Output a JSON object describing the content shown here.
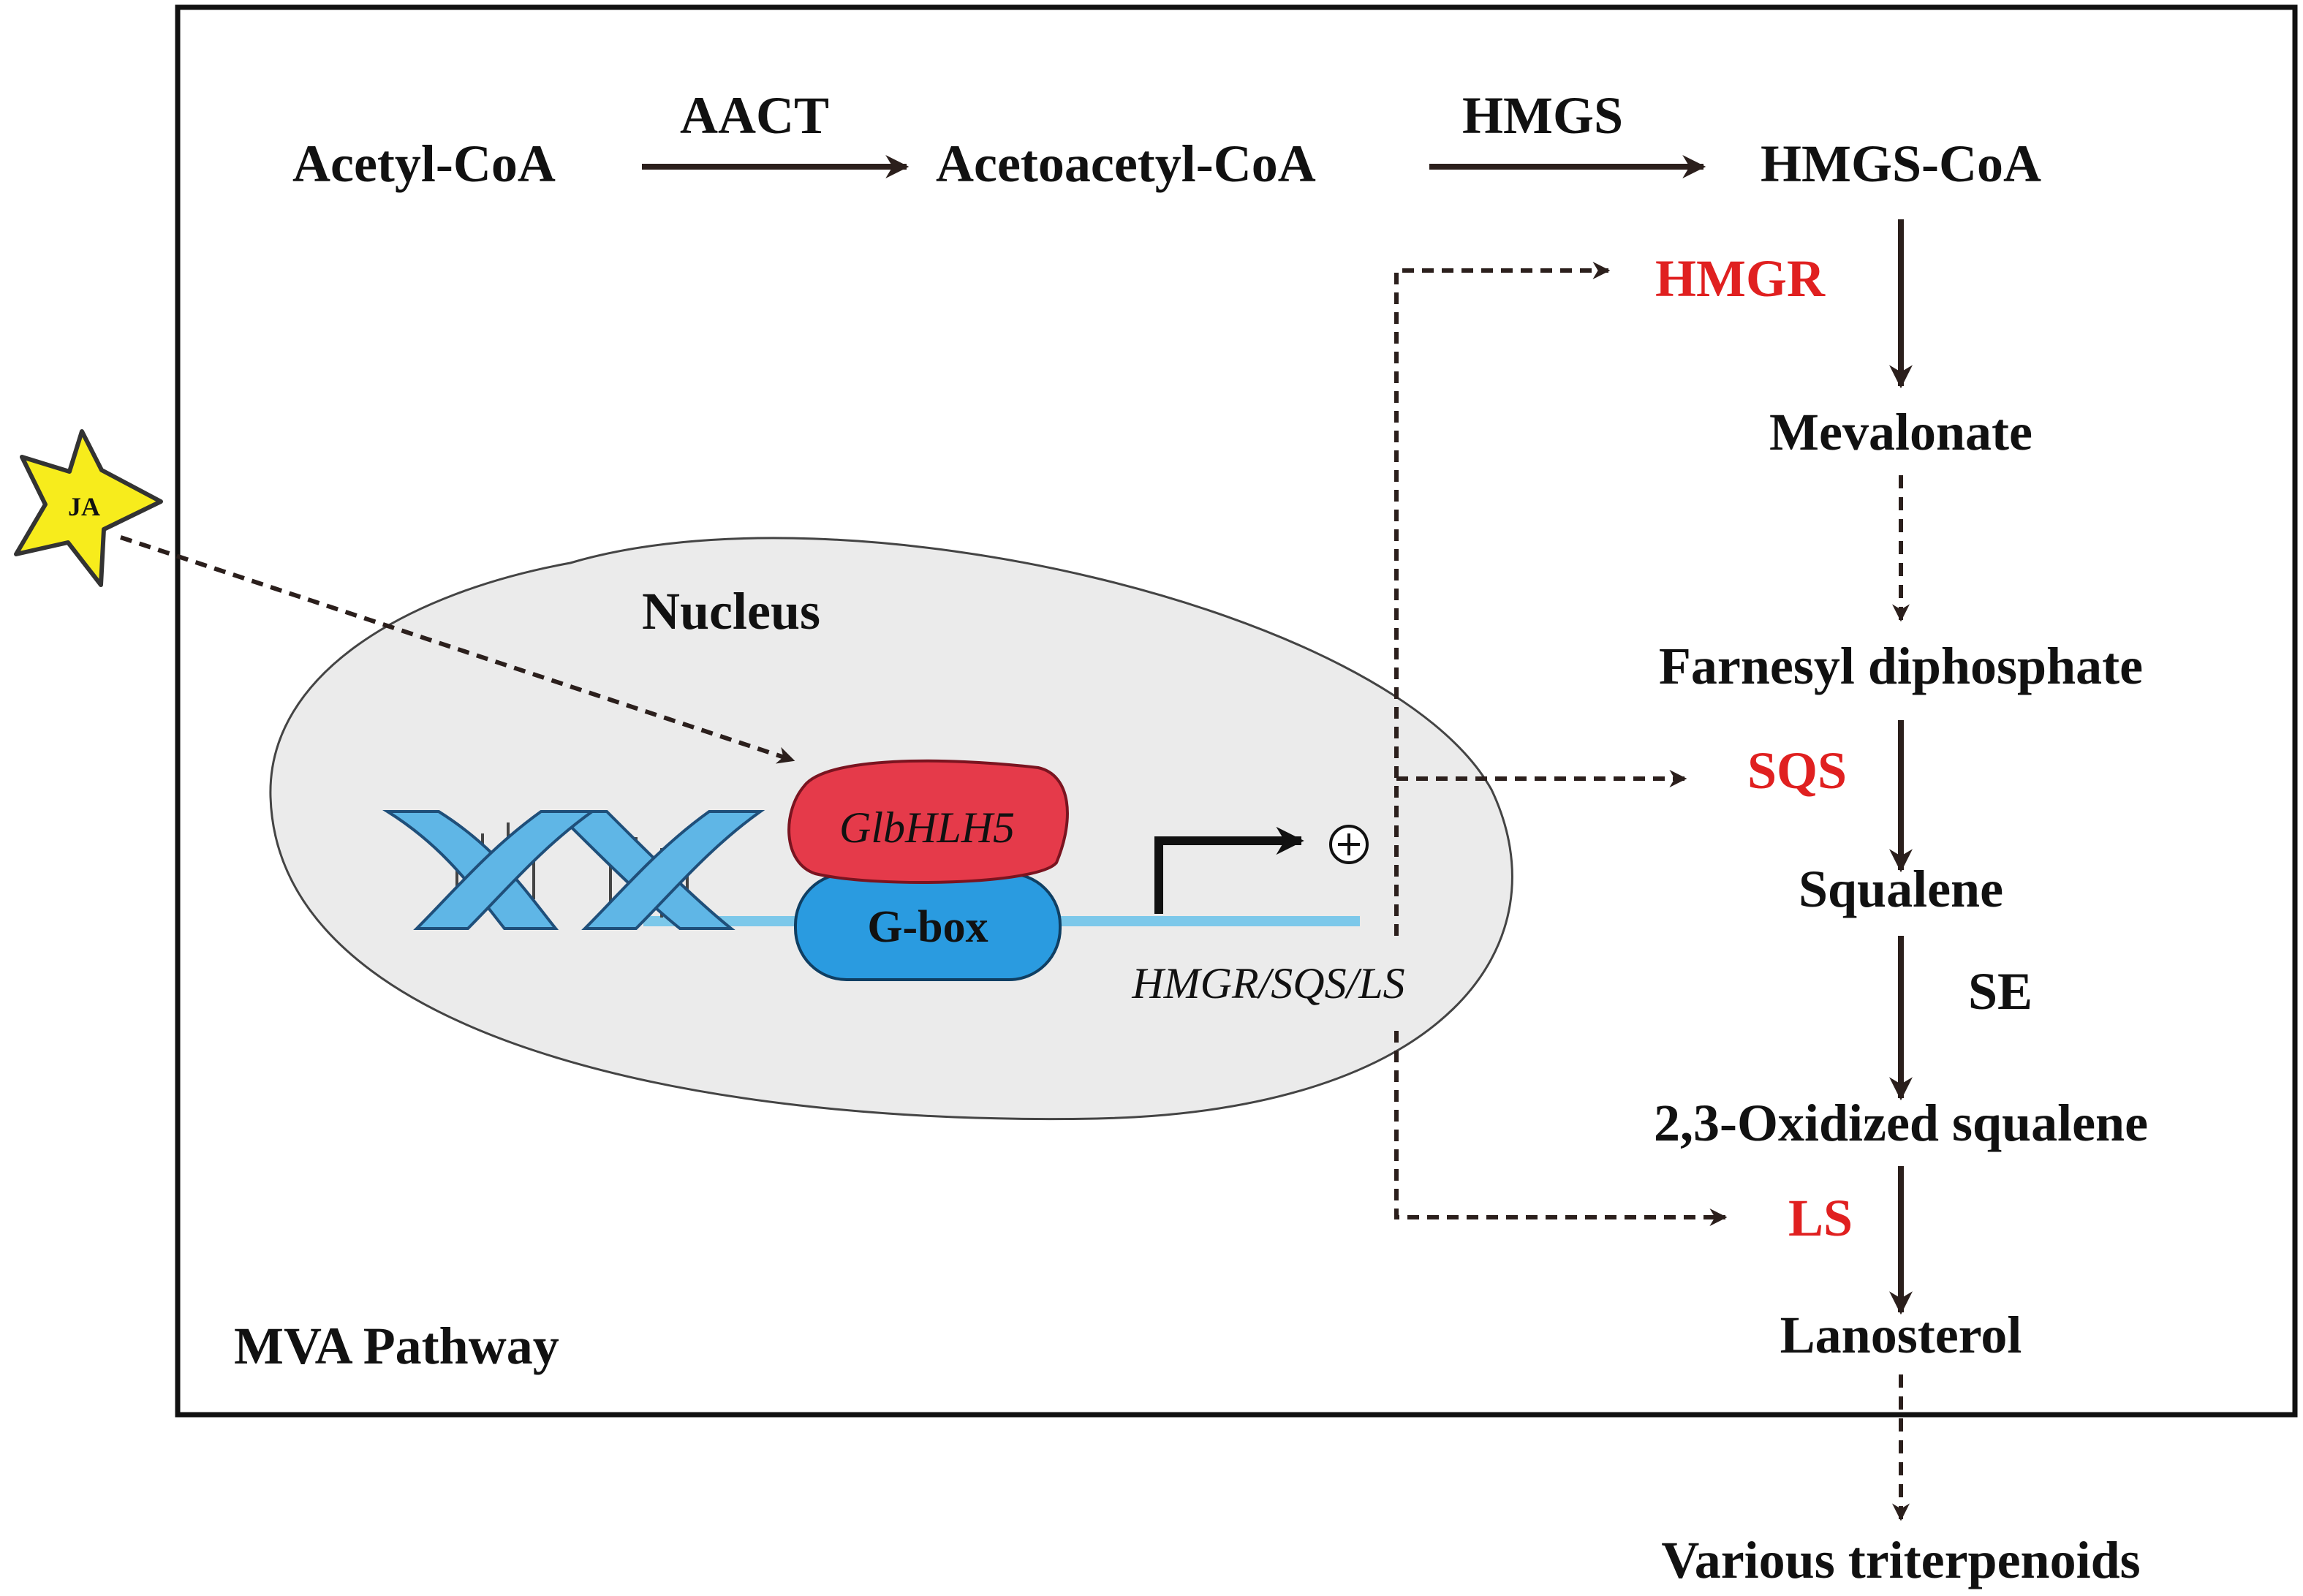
{
  "colors": {
    "ink": "#111111",
    "arrow": "#2b1f1c",
    "enzyme_highlight": "#e02020",
    "nucleus_fill": "#ebebeb",
    "dna_blue": "#5fb6e6",
    "dna_line": "#7cc8ea",
    "gbox_blue": "#2a9be0",
    "bhlh_red": "#e53a4a",
    "star_yellow": "#f7ec1c"
  },
  "box_label": "MVA Pathway",
  "top_row": {
    "acetyl_coa": "Acetyl-CoA",
    "aact": "AACT",
    "acetoacetyl_coa": "Acetoacetyl-CoA",
    "hmgs": "HMGS",
    "hmgs_coa": "HMGS-CoA"
  },
  "pathway": {
    "hmgr": "HMGR",
    "mevalonate": "Mevalonate",
    "farnesyl": "Farnesyl diphosphate",
    "sqs": "SQS",
    "squalene": "Squalene",
    "se": "SE",
    "oxidized": "2,3-Oxidized squalene",
    "ls": "LS",
    "lanosterol": "Lanosterol",
    "triterpenoids": "Various triterpenoids"
  },
  "nucleus": {
    "label": "Nucleus",
    "tf": "GlbHLH5",
    "gbox": "G-box",
    "genes": "HMGR/SQS/LS",
    "plus": "+"
  },
  "signal": {
    "ja": "JA"
  }
}
